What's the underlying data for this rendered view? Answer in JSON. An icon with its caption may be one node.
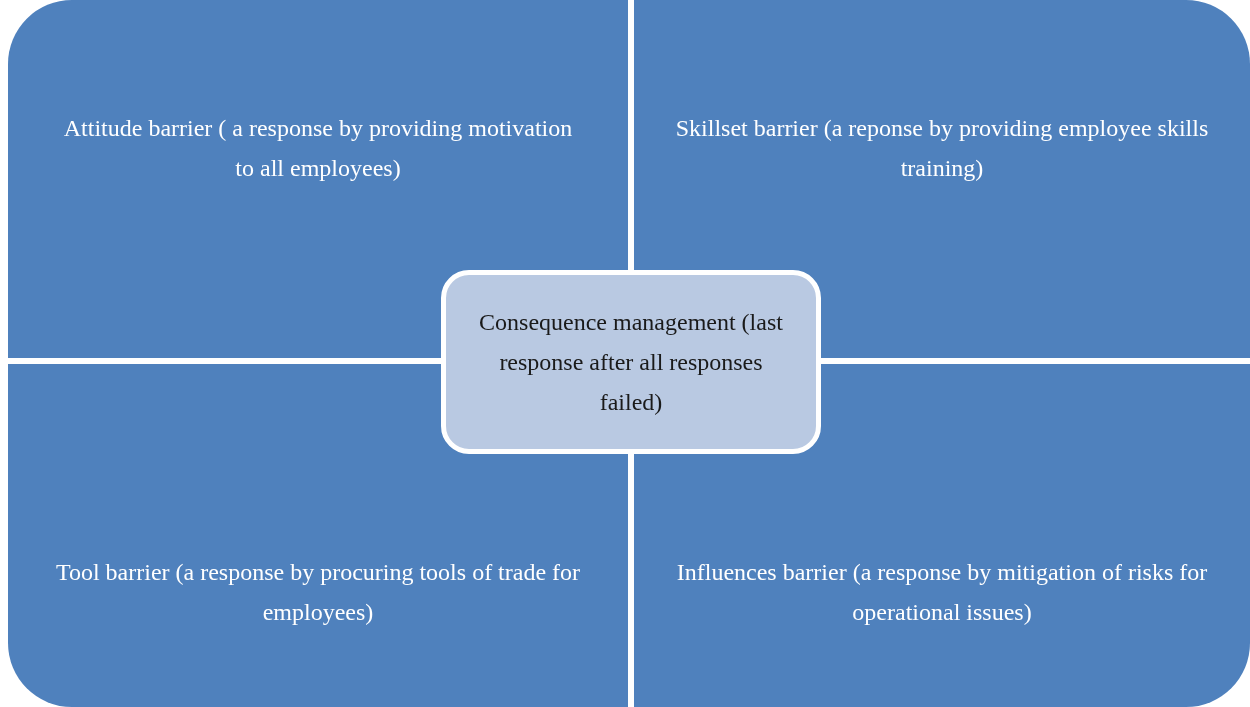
{
  "diagram": {
    "nodes": [
      {
        "text": [
          "Attitude barrier ( a response by providing motivation to all employees)"
        ]
      },
      {
        "text": [
          "Skillset barrier (a reponse by providing employee skills training)"
        ]
      },
      {
        "text": [
          "Tool barrier (a response by procuring tools of trade for employees)"
        ]
      },
      {
        "text": [
          "Influences barrier (a response by mitigation of risks for operational issues)"
        ]
      },
      {
        "text": [
          "Consequence management (last response after all responses failed)"
        ]
      }
    ]
  }
}
